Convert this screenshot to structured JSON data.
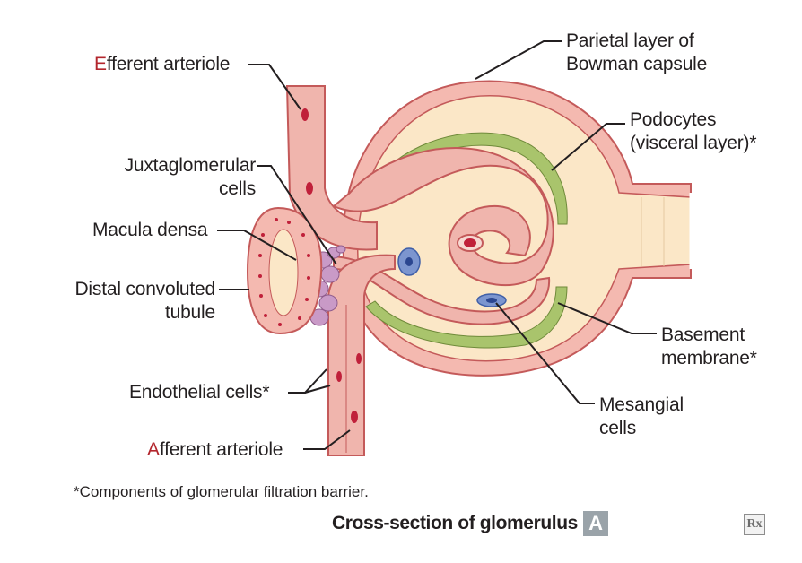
{
  "labels": {
    "efferent": {
      "initial": "E",
      "rest": "fferent arteriole"
    },
    "juxtaglomerular": [
      "Juxtaglomerular",
      "cells"
    ],
    "macula_densa": "Macula densa",
    "distal": [
      "Distal convoluted",
      "tubule"
    ],
    "endothelial": "Endothelial cells*",
    "afferent": {
      "initial": "A",
      "rest": "fferent arteriole"
    },
    "parietal": [
      "Parietal layer of",
      "Bowman capsule"
    ],
    "podocytes": [
      "Podocytes",
      "(visceral layer)*"
    ],
    "basement": [
      "Basement",
      "membrane*"
    ],
    "mesangial": [
      "Mesangial",
      "cells"
    ]
  },
  "footnote": "*Components of glomerular filtration barrier.",
  "caption": {
    "title": "Cross-section of glomerulus",
    "badge": "A"
  },
  "logo_text": "Rx",
  "colors": {
    "highlight_initial": "#b3262d",
    "vessel_fill": "#f0b5ad",
    "vessel_outline": "#c45a5a",
    "bowman_space": "#fbe7c7",
    "podocyte_green": "#a9c46c",
    "mesangial_blue": "#3f5fa8",
    "macula_purple": "#c99ac7"
  }
}
